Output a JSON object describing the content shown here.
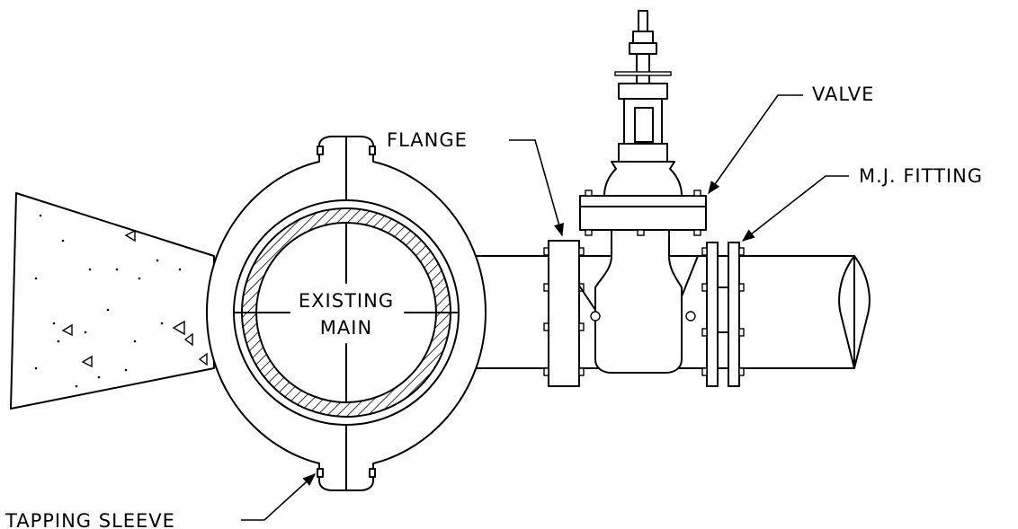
{
  "labels": {
    "flange": "FLANGE",
    "valve": "VALVE",
    "mj_fitting": "M.J.  FITTING",
    "existing_main_line1": "EXISTING",
    "existing_main_line2": "MAIN",
    "tapping_sleeve": "TAPPING  SLEEVE"
  },
  "colors": {
    "ink": "#000000",
    "paper": "#ffffff"
  }
}
